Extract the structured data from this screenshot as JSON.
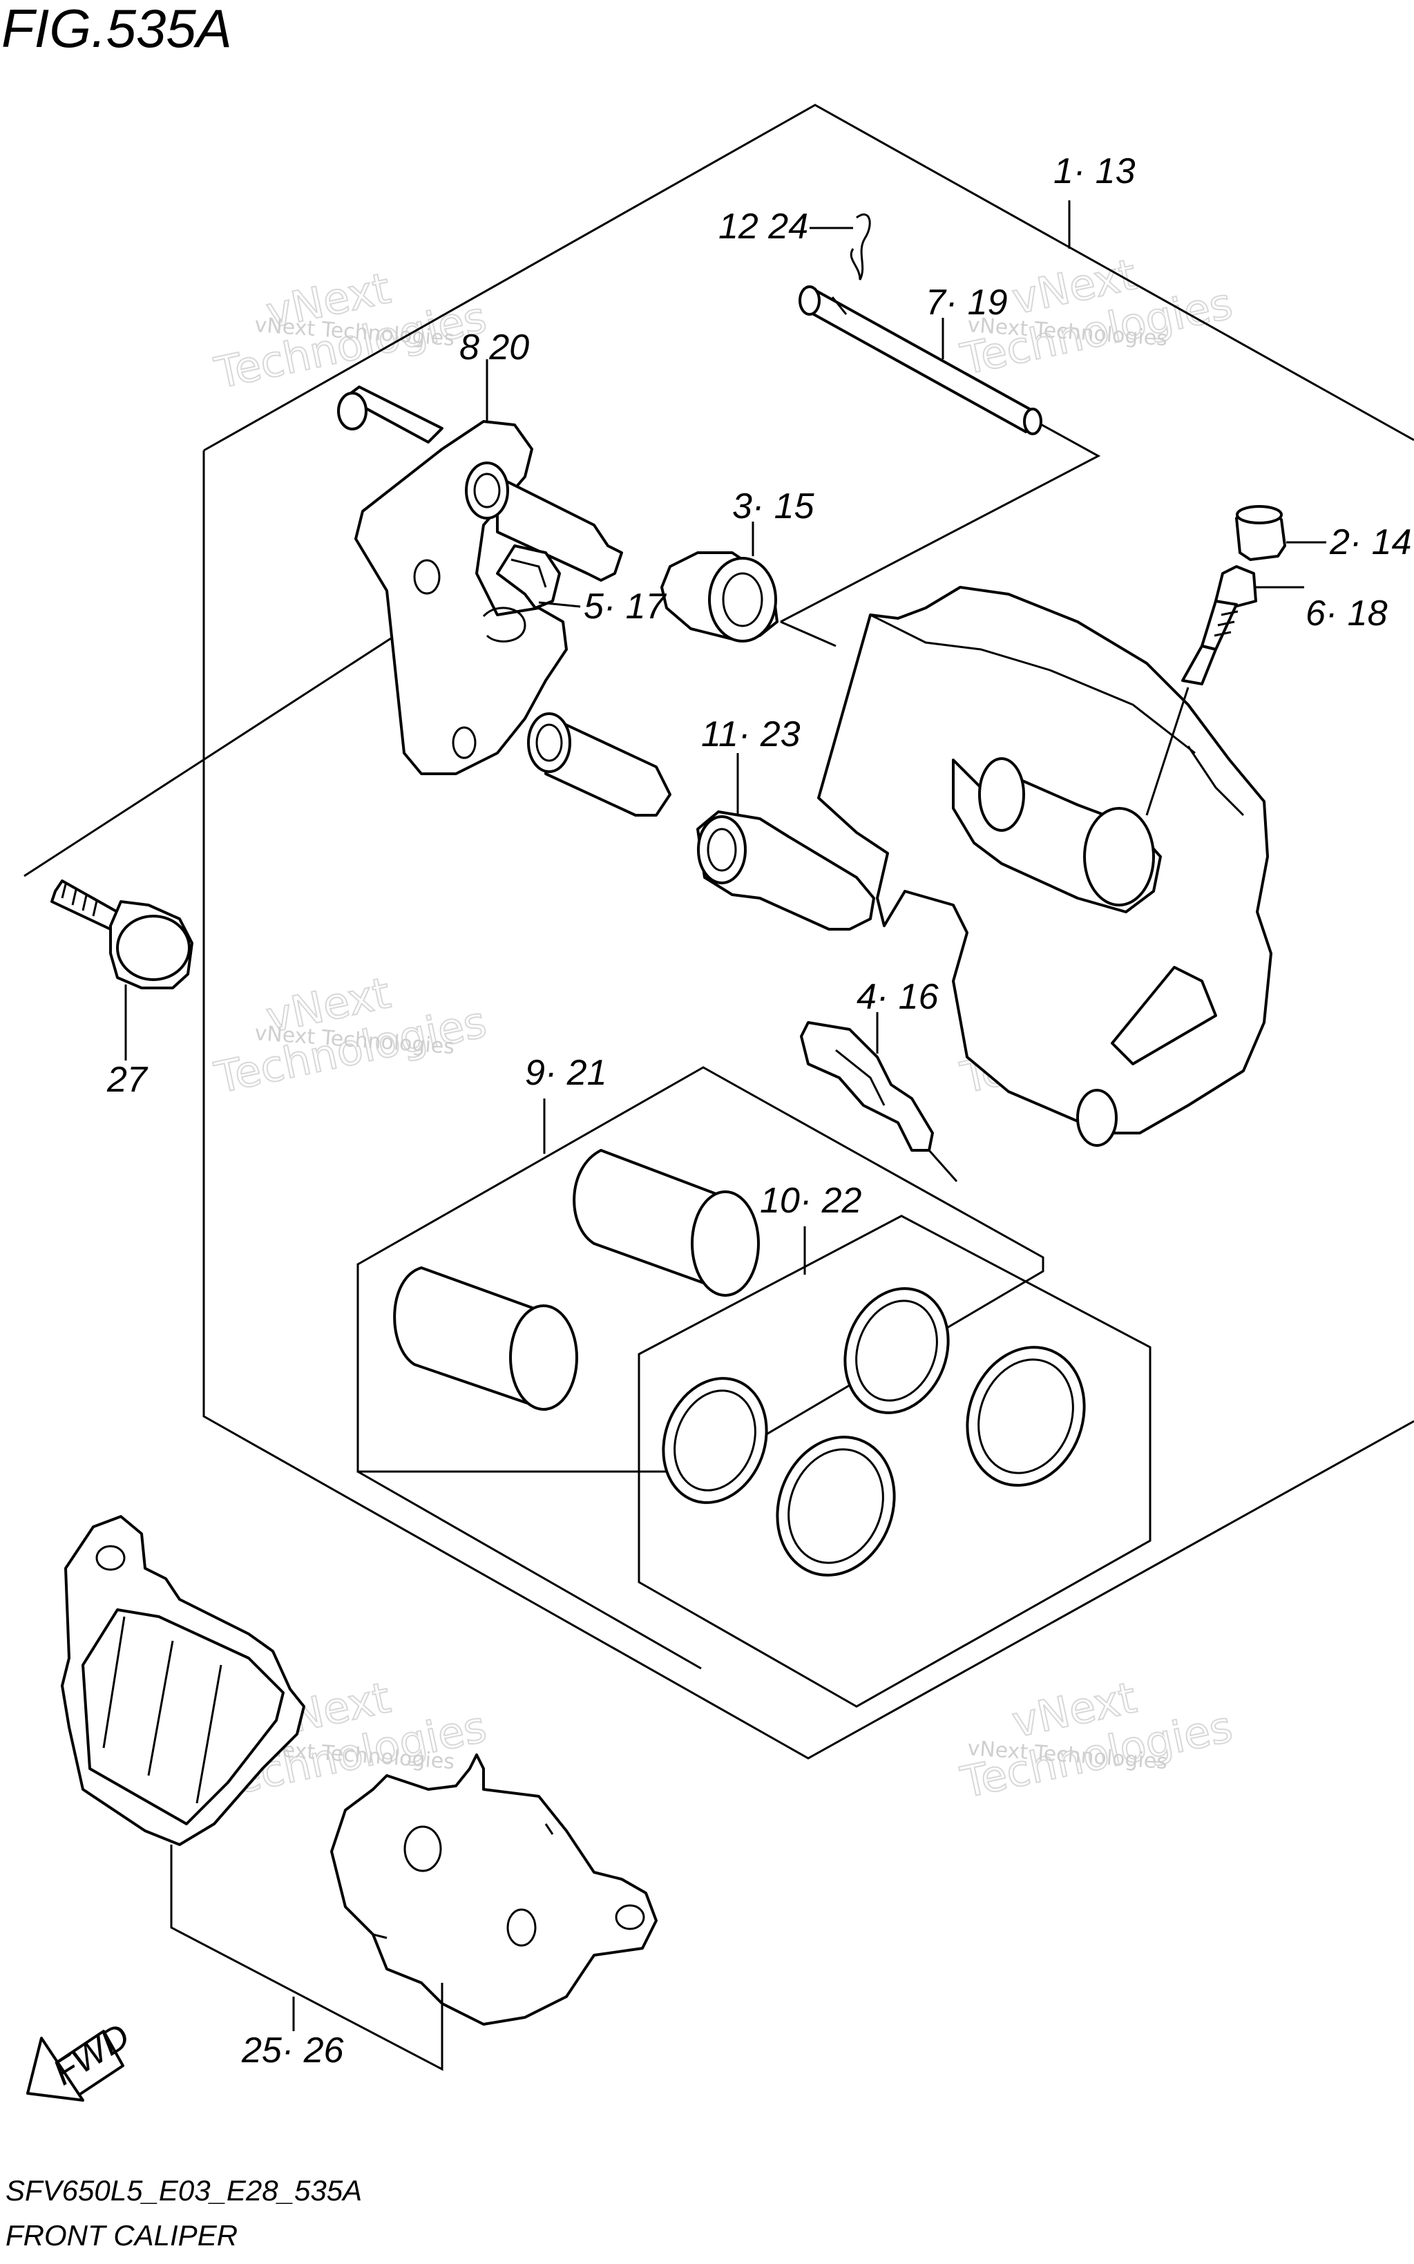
{
  "figure": {
    "title": "FIG.535A",
    "code": "SFV650L5_E03_E28_535A",
    "name": "FRONT CALIPER",
    "fwd_label": "FWD"
  },
  "watermark": {
    "small": "vNext Technologies",
    "big_line1": "vNext",
    "big_line2": "Technologies"
  },
  "callouts": {
    "c1_13": "1· 13",
    "c12_24": "12 24",
    "c7_19": "7· 19",
    "c8_20": "8 20",
    "c3_15": "3· 15",
    "c2_14": "2· 14",
    "c5_17": "5· 17",
    "c6_18": "6· 18",
    "c11_23": "11· 23",
    "c27": "27",
    "c4_16": "4· 16",
    "c9_21": "9· 21",
    "c10_22": "10· 22",
    "c25_26": "25· 26"
  }
}
